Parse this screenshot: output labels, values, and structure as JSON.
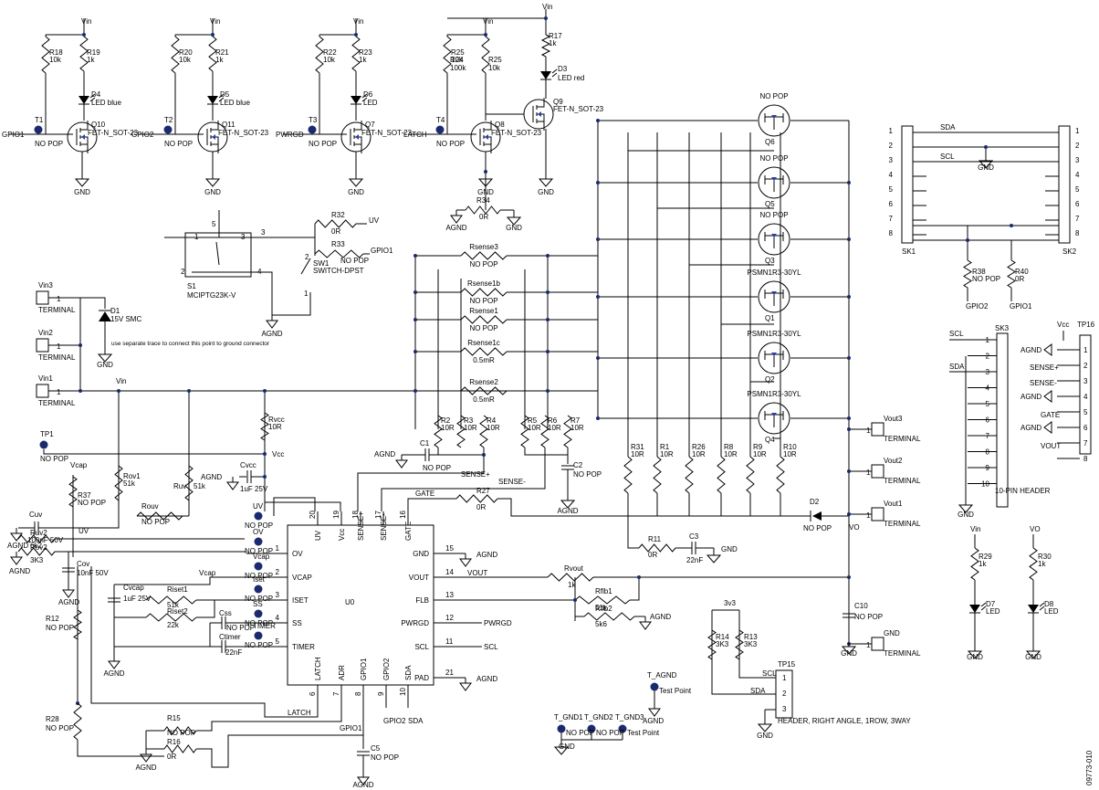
{
  "vin": "Vin",
  "gnd": "GND",
  "agnd": "AGND",
  "vcc": "Vcc",
  "vcap": "Vcap",
  "vo": "VO",
  "v3v3": "3v3",
  "led_blocks": [
    {
      "r_pull": "R18",
      "r_pull_val": "10k",
      "r_led": "R19",
      "r_led_val": "1k",
      "led": "D4",
      "led_val": "LED blue",
      "tp": "T1",
      "tp_val": "NO POP",
      "fet": "Q10",
      "fet_val": "FET-N_SOT-23",
      "sig": "GPIO1"
    },
    {
      "r_pull": "R20",
      "r_pull_val": "10k",
      "r_led": "R21",
      "r_led_val": "1k",
      "led": "D5",
      "led_val": "LED blue",
      "tp": "T2",
      "tp_val": "NO POP",
      "fet": "Q11",
      "fet_val": "FET-N_SOT-23",
      "sig": "GPIO2"
    },
    {
      "r_pull": "R22",
      "r_pull_val": "10k",
      "r_led": "R23",
      "r_led_val": "1k",
      "led": "D6",
      "led_val": "LED",
      "tp": "T3",
      "tp_val": "NO POP",
      "fet": "Q7",
      "fet_val": "FET-N_SOT-23",
      "sig": "PWRGD"
    },
    {
      "r_pull": "R25",
      "r_pull_val": "10k",
      "r_led": "R24",
      "r_led_val": "100k",
      "led": "",
      "led_val": "",
      "tp": "T4",
      "tp_val": "NO POP",
      "fet": "Q8",
      "fet_val": "FET-N_SOT-23",
      "sig": "LATCH"
    }
  ],
  "latch_extra": {
    "r17": "R17",
    "r17_val": "1k",
    "d3": "D3",
    "d3_val": "LED red",
    "q9": "Q9",
    "q9_val": "FET-N_SOT-23",
    "r34": "R34",
    "r34_val": "0R"
  },
  "switch": {
    "s1": "S1",
    "s1_val": "MCIPTG23K-V",
    "sw1": "SW1",
    "sw1_val": "SWITCH-DPST",
    "r32": "R32",
    "r32_val": "0R",
    "r32_net": "UV",
    "r33": "R33",
    "r33_val": "NO POP",
    "r33_net": "GPIO1",
    "pin1": "1",
    "pin2": "2",
    "pin3": "3",
    "pin4": "4",
    "pin5": "5",
    "sw_p1": "1",
    "sw_p2": "2"
  },
  "inputs": [
    {
      "name": "Vin3",
      "type": "TERMINAL",
      "pin": "1"
    },
    {
      "name": "Vin2",
      "type": "TERMINAL",
      "pin": "1"
    },
    {
      "name": "Vin1",
      "type": "TERMINAL",
      "pin": "1"
    }
  ],
  "d1": {
    "ref": "D1",
    "val": "15V SMC"
  },
  "note_text": "use separate trace to connect this point to ground connector",
  "tp1": {
    "ref": "TP1",
    "val": "NO POP"
  },
  "sense": [
    {
      "ref": "Rsense3",
      "val": "NO POP"
    },
    {
      "ref": "Rsense1b",
      "val": "NO POP"
    },
    {
      "ref": "Rsense1",
      "val": "NO POP"
    },
    {
      "ref": "Rsense1c",
      "val": "0.5mR"
    },
    {
      "ref": "Rsense2",
      "val": "0.5mR"
    }
  ],
  "sense_r": [
    {
      "ref": "R2",
      "val": "10R"
    },
    {
      "ref": "R3",
      "val": "10R"
    },
    {
      "ref": "R4",
      "val": "10R"
    },
    {
      "ref": "R5",
      "val": "10R"
    },
    {
      "ref": "R6",
      "val": "10R"
    },
    {
      "ref": "R7",
      "val": "10R"
    }
  ],
  "c1": {
    "ref": "C1",
    "val": "NO POP"
  },
  "c2": {
    "ref": "C2",
    "val": "NO POP"
  },
  "sense_plus": "SENSE+",
  "sense_minus": "SENSE-",
  "fets": [
    {
      "ref": "Q6",
      "val": "NO POP"
    },
    {
      "ref": "Q5",
      "val": "NO POP"
    },
    {
      "ref": "Q3",
      "val": "NO POP"
    },
    {
      "ref": "Q1",
      "val": "PSMN1R3-30YL"
    },
    {
      "ref": "Q2",
      "val": "PSMN1R3-30YL"
    },
    {
      "ref": "Q4",
      "val": "PSMN1R3-30YL"
    }
  ],
  "gate_r": [
    {
      "ref": "R31",
      "val": "10R"
    },
    {
      "ref": "R1",
      "val": "10R"
    },
    {
      "ref": "R26",
      "val": "10R"
    },
    {
      "ref": "R8",
      "val": "10R"
    },
    {
      "ref": "R9",
      "val": "10R"
    },
    {
      "ref": "R10",
      "val": "10R"
    }
  ],
  "vout_terms": [
    {
      "name": "Vout3",
      "type": "TERMINAL",
      "pin": "1"
    },
    {
      "name": "Vout2",
      "type": "TERMINAL",
      "pin": "1"
    },
    {
      "name": "Vout1",
      "type": "TERMINAL",
      "pin": "1"
    },
    {
      "name": "GND",
      "type": "TERMINAL",
      "pin": "1"
    }
  ],
  "d2": {
    "ref": "D2",
    "val": "NO POP"
  },
  "r27": {
    "ref": "R27",
    "val": "0R"
  },
  "gate": "GATE",
  "r11": {
    "ref": "R11",
    "val": "0R"
  },
  "c3": {
    "ref": "C3",
    "val": "22nF"
  },
  "c10": {
    "ref": "C10",
    "val": "NO POP"
  },
  "rvcc": {
    "ref": "Rvcc",
    "val": "10R"
  },
  "cvcc": {
    "ref": "Cvcc",
    "val": "1uF 25V"
  },
  "rov1": {
    "ref": "Rov1",
    "val": "51k"
  },
  "ruv": {
    "ref": "Ruv",
    "val": "51k"
  },
  "rouv": {
    "ref": "Rouv",
    "val": "NO POP"
  },
  "cuv": {
    "ref": "Cuv",
    "val": "100nF 50V"
  },
  "r37": {
    "ref": "R37",
    "val": "NO POP"
  },
  "ruv2": {
    "ref": "Ruv2",
    "val": "6k2"
  },
  "rov2": {
    "ref": "Rov2",
    "val": "3K3"
  },
  "cov": {
    "ref": "Cov",
    "val": "10nF 50V"
  },
  "tps_left": [
    {
      "name": "UV",
      "val": "NO POP"
    },
    {
      "name": "OV",
      "val": "NO POP"
    },
    {
      "name": "Vcap",
      "val": "NO POP"
    },
    {
      "name": "Iset",
      "val": "NO POP"
    },
    {
      "name": "SS",
      "val": "NO POP"
    },
    {
      "name": "TIMER",
      "val": "NO POP"
    }
  ],
  "cvcap": {
    "ref": "Cvcap",
    "val": "1uF 25V"
  },
  "riset1": {
    "ref": "Riset1",
    "val": "51k"
  },
  "riset2": {
    "ref": "Riset2",
    "val": "22k"
  },
  "css": {
    "ref": "Css",
    "val": "NO POP"
  },
  "ctimer": {
    "ref": "Ctimer",
    "val": "22nF"
  },
  "ic": {
    "ref": "U0",
    "left": [
      {
        "pin": "1",
        "name": "OV"
      },
      {
        "pin": "2",
        "name": "VCAP"
      },
      {
        "pin": "3",
        "name": "ISET"
      },
      {
        "pin": "4",
        "name": "SS"
      },
      {
        "pin": "5",
        "name": "TIMER"
      }
    ],
    "top": [
      {
        "pin": "20",
        "name": "UV"
      },
      {
        "pin": "19",
        "name": "Vcc"
      },
      {
        "pin": "18",
        "name": "SENSE+"
      },
      {
        "pin": "17",
        "name": "SENSE-"
      },
      {
        "pin": "16",
        "name": "GATE"
      }
    ],
    "right": [
      {
        "pin": "15",
        "name": "GND"
      },
      {
        "pin": "14",
        "name": "VOUT"
      },
      {
        "pin": "13",
        "name": "FLB"
      },
      {
        "pin": "12",
        "name": "PWRGD"
      },
      {
        "pin": "11",
        "name": "SCL"
      },
      {
        "pin": "21",
        "name": "PAD"
      }
    ],
    "bottom": [
      {
        "pin": "6",
        "name": "LATCH"
      },
      {
        "pin": "7",
        "name": "ADR"
      },
      {
        "pin": "8",
        "name": "GPIO1"
      },
      {
        "pin": "9",
        "name": "GPIO2"
      },
      {
        "pin": "10",
        "name": "SDA"
      }
    ]
  },
  "vout_net": "VOUT",
  "pwrgd_net": "PWRGD",
  "scl_net": "SCL",
  "sda_net": "SDA",
  "latch_net": "LATCH",
  "gpio1_net": "GPIO1",
  "gpio2_net": "GPIO2",
  "rvout": {
    "ref": "Rvout",
    "val": "1k"
  },
  "rflb1": {
    "ref": "Rflb1",
    "val": "51k"
  },
  "rflb2": {
    "ref": "Rflb2",
    "val": "5k6"
  },
  "r12": {
    "ref": "R12",
    "val": "NO POP"
  },
  "r28": {
    "ref": "R28",
    "val": "NO POP"
  },
  "r15": {
    "ref": "R15",
    "val": "NO POP"
  },
  "r16": {
    "ref": "R16",
    "val": "0R"
  },
  "c5": {
    "ref": "C5",
    "val": "NO POP"
  },
  "test_points": [
    {
      "name": "T_GND1",
      "val": "NO POP"
    },
    {
      "name": "T_GND2",
      "val": "NO POP"
    },
    {
      "name": "T_GND3",
      "val": "Test Point"
    },
    {
      "name": "T_AGND",
      "val": "Test Point"
    }
  ],
  "r14": {
    "ref": "R14",
    "val": "3K3"
  },
  "r13": {
    "ref": "R13",
    "val": "3K3"
  },
  "tp15": {
    "ref": "TP15",
    "desc": "HEADER, RIGHT ANGLE, 1ROW, 3WAY",
    "pins": [
      "1",
      "2",
      "3"
    ],
    "nets": [
      "SCL",
      "SDA"
    ]
  },
  "sk": {
    "sk1": "SK1",
    "sk2": "SK2",
    "pins": [
      "1",
      "2",
      "3",
      "4",
      "5",
      "6",
      "7",
      "8"
    ],
    "sda": "SDA",
    "scl": "SCL"
  },
  "r38": {
    "ref": "R38",
    "val": "NO POP",
    "net": "GPIO2"
  },
  "r40": {
    "ref": "R40",
    "val": "0R",
    "net": "GPIO1"
  },
  "sk3": {
    "ref": "SK3",
    "desc": "10-PIN HEADER",
    "pins": [
      "1",
      "2",
      "3",
      "4",
      "5",
      "6",
      "7",
      "8",
      "9",
      "10"
    ],
    "scl": "SCL",
    "sda": "SDA"
  },
  "tp16": {
    "ref": "TP16",
    "pins": [
      "1",
      "2",
      "3",
      "4",
      "5",
      "6",
      "7",
      "8"
    ],
    "labels": [
      "Vcc",
      "AGND",
      "SENSE+",
      "SENSE-",
      "AGND",
      "GATE",
      "AGND",
      "VOUT"
    ]
  },
  "r29": {
    "ref": "R29",
    "val": "1k"
  },
  "r30": {
    "ref": "R30",
    "val": "1k"
  },
  "d7": {
    "ref": "D7",
    "val": "LED"
  },
  "d8": {
    "ref": "D8",
    "val": "LED"
  },
  "fig_id": "09773-010"
}
